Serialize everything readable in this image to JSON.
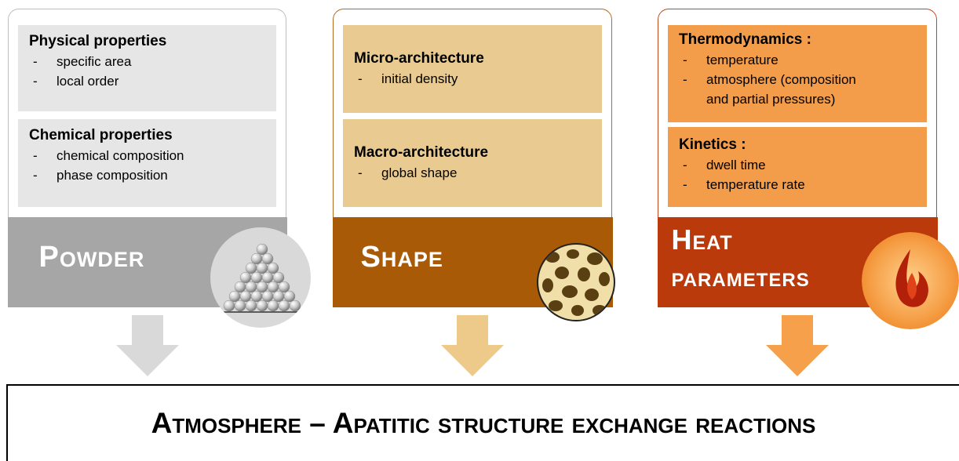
{
  "columns": {
    "powder": {
      "boxes": [
        {
          "title": "Physical properties",
          "items": [
            "specific area",
            "local order"
          ]
        },
        {
          "title": "Chemical properties",
          "items": [
            "chemical composition",
            "phase composition"
          ]
        }
      ],
      "label": "Powder"
    },
    "shape": {
      "boxes": [
        {
          "title": "Micro-architecture",
          "items": [
            "initial density"
          ]
        },
        {
          "title": "Macro-architecture",
          "items": [
            "global shape"
          ]
        }
      ],
      "label": "Shape"
    },
    "heat": {
      "boxes": [
        {
          "title": "Thermodynamics :",
          "items": [
            "temperature",
            "atmosphere (composition",
            "and partial pressures)"
          ]
        },
        {
          "title": "Kinetics :",
          "items": [
            "dwell time",
            "temperature rate"
          ]
        }
      ],
      "label_line1": "Heat",
      "label_line2": "parameters"
    }
  },
  "bottom_title": "Atmosphere – Apatitic structure exchange reactions",
  "colors": {
    "powder_box": "#e6e6e6",
    "powder_band": "#a6a6a6",
    "powder_arrow": "#d9d9d9",
    "shape_box": "#e9cb92",
    "shape_band": "#a95a06",
    "shape_arrow": "#edc98a",
    "heat_box": "#f39c4a",
    "heat_band": "#bb3a0b",
    "heat_arrow": "#f7a04b"
  },
  "icons": [
    "spheres-pyramid-icon",
    "bone-structure-icon",
    "flame-icon"
  ]
}
